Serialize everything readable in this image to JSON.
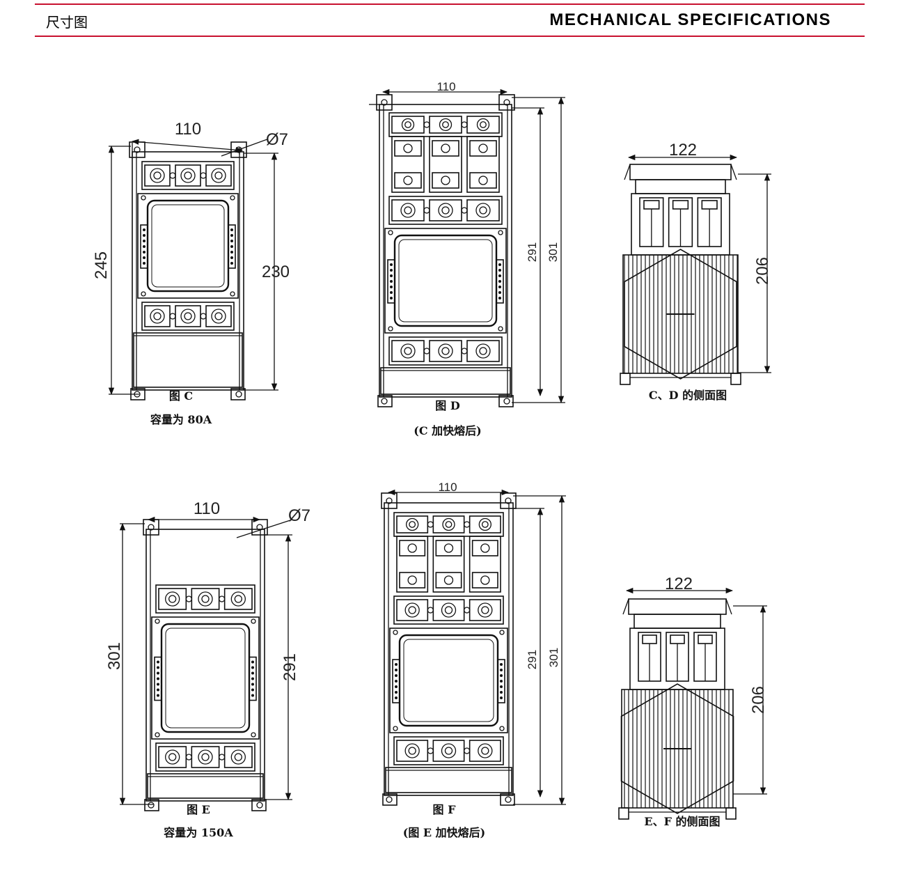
{
  "header": {
    "left_title": "尺寸图",
    "right_title": "MECHANICAL SPECIFICATIONS",
    "accent_color": "#c8102e"
  },
  "figures": {
    "c": {
      "caption": "图 C",
      "subcaption": "容量为 80A",
      "dim_width": "110",
      "dim_hole": "Ø7",
      "dim_height_outer": "245",
      "dim_height_inner": "230"
    },
    "d": {
      "caption": "图 D",
      "subcaption": "(C 加快熔后)",
      "dim_width": "110",
      "dim_height_inner": "291",
      "dim_height_outer": "301"
    },
    "side_cd": {
      "caption": "C、D 的侧面图",
      "dim_width": "122",
      "dim_height": "206"
    },
    "e": {
      "caption": "图 E",
      "subcaption": "容量为 150A",
      "dim_width": "110",
      "dim_hole": "Ø7",
      "dim_height_outer": "301",
      "dim_height_inner": "291"
    },
    "f": {
      "caption": "图 F",
      "subcaption": "(图 E 加快熔后)",
      "dim_width": "110",
      "dim_height_inner": "291",
      "dim_height_outer": "301"
    },
    "side_ef": {
      "caption": "E、F 的侧面图",
      "dim_width": "122",
      "dim_height": "206"
    }
  }
}
